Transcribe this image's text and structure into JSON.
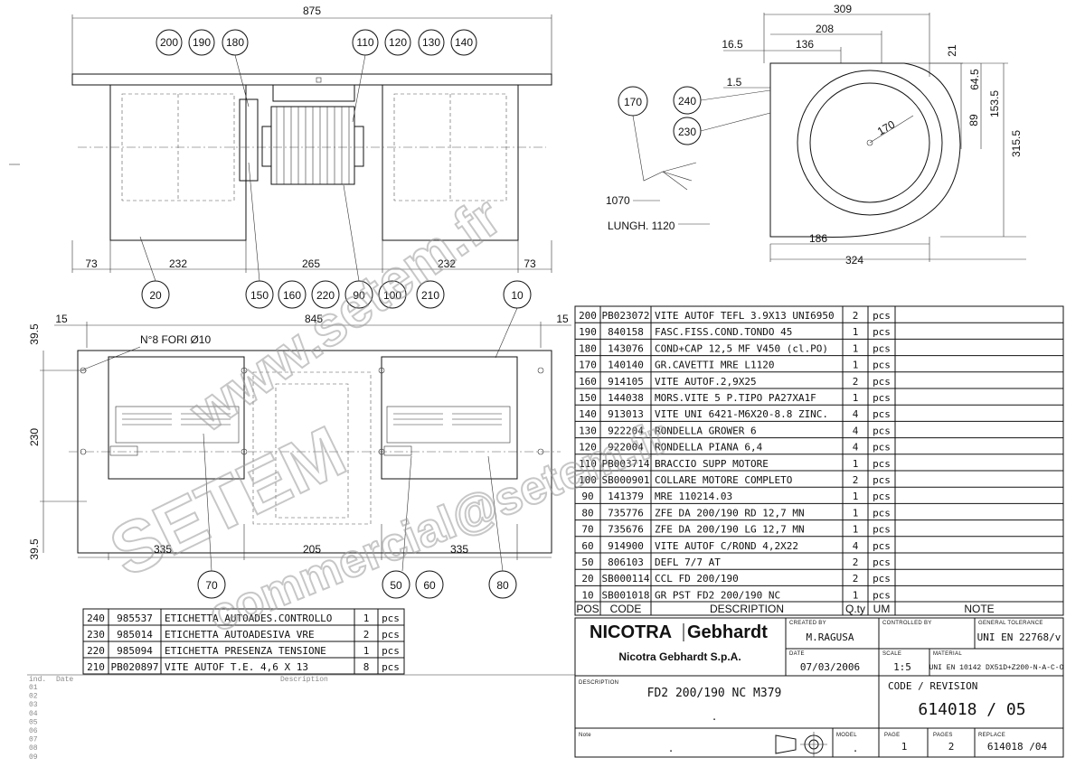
{
  "front_view": {
    "total_width": "875",
    "segments": [
      "73",
      "232",
      "265",
      "232",
      "73"
    ],
    "balloons_top_left": [
      "200",
      "190",
      "180"
    ],
    "balloons_top_right": [
      "110",
      "120",
      "130",
      "140"
    ],
    "balloons_bottom": [
      "20",
      "150",
      "160",
      "220",
      "90",
      "100",
      "210",
      "10"
    ]
  },
  "side_view": {
    "dims": [
      "309",
      "208",
      "136",
      "16.5",
      "1.5",
      "21",
      "64.5",
      "153.5",
      "89",
      "315.5",
      "186",
      "324"
    ],
    "radius_label": "170",
    "cable_len": "1070",
    "cable_label": "LUNGH. 1120",
    "balloons": [
      "170",
      "240",
      "230"
    ]
  },
  "top_view": {
    "total_width": "845",
    "edge_left": "15",
    "edge_right": "15",
    "holes_label": "N°8 FORI Ø10",
    "height": "230",
    "offset_top": "39.5",
    "offset_bottom": "39.5",
    "bottom_segments": [
      "335",
      "205",
      "335"
    ],
    "balloons": [
      "70",
      "50",
      "60",
      "80"
    ]
  },
  "bom_main": {
    "rows": [
      {
        "pos": "200",
        "code": "PB023072",
        "desc": "VITE AUTOF TEFL 3.9X13 UNI6950",
        "qty": "2",
        "um": "pcs"
      },
      {
        "pos": "190",
        "code": "840158",
        "desc": "FASC.FISS.COND.TONDO  45",
        "qty": "1",
        "um": "pcs"
      },
      {
        "pos": "180",
        "code": "143076",
        "desc": "COND+CAP 12,5 MF V450 (cl.PO)",
        "qty": "1",
        "um": "pcs"
      },
      {
        "pos": "170",
        "code": "140140",
        "desc": "GR.CAVETTI MRE L1120",
        "qty": "1",
        "um": "pcs"
      },
      {
        "pos": "160",
        "code": "914105",
        "desc": "VITE AUTOF.2,9X25",
        "qty": "2",
        "um": "pcs"
      },
      {
        "pos": "150",
        "code": "144038",
        "desc": "MORS.VITE 5 P.TIPO PA27XA1F",
        "qty": "1",
        "um": "pcs"
      },
      {
        "pos": "140",
        "code": "913013",
        "desc": "VITE UNI 6421-M6X20-8.8 ZINC.",
        "qty": "4",
        "um": "pcs"
      },
      {
        "pos": "130",
        "code": "922204",
        "desc": "RONDELLA GROWER  6",
        "qty": "4",
        "um": "pcs"
      },
      {
        "pos": "120",
        "code": "922004",
        "desc": "RONDELLA PIANA  6,4",
        "qty": "4",
        "um": "pcs"
      },
      {
        "pos": "110",
        "code": "PB003714",
        "desc": "BRACCIO SUPP MOTORE",
        "qty": "1",
        "um": "pcs"
      },
      {
        "pos": "100",
        "code": "SB000901",
        "desc": "COLLARE MOTORE COMPLETO",
        "qty": "2",
        "um": "pcs"
      },
      {
        "pos": "90",
        "code": "141379",
        "desc": "MRE 110214.03",
        "qty": "1",
        "um": "pcs"
      },
      {
        "pos": "80",
        "code": "735776",
        "desc": "ZFE DA 200/190 RD 12,7 MN",
        "qty": "1",
        "um": "pcs"
      },
      {
        "pos": "70",
        "code": "735676",
        "desc": "ZFE DA 200/190 LG  12,7 MN",
        "qty": "1",
        "um": "pcs"
      },
      {
        "pos": "60",
        "code": "914900",
        "desc": "VITE AUTOF C/ROND  4,2X22",
        "qty": "4",
        "um": "pcs"
      },
      {
        "pos": "50",
        "code": "806103",
        "desc": "DEFL 7/7 AT",
        "qty": "2",
        "um": "pcs"
      },
      {
        "pos": "20",
        "code": "SB000114",
        "desc": "CCL FD 200/190",
        "qty": "2",
        "um": "pcs"
      },
      {
        "pos": "10",
        "code": "SB001018",
        "desc": "GR PST FD2 200/190 NC",
        "qty": "1",
        "um": "pcs"
      }
    ],
    "headers": {
      "pos": "POS",
      "code": "CODE",
      "desc": "DESCRIPTION",
      "qty": "Q.ty",
      "um": "UM",
      "note": "NOTE"
    }
  },
  "bom_extra": {
    "rows": [
      {
        "pos": "240",
        "code": "985537",
        "desc": "ETICHETTA AUTOADES.CONTROLLO",
        "qty": "1",
        "um": "pcs"
      },
      {
        "pos": "230",
        "code": "985014",
        "desc": "ETICHETTA AUTOADESIVA VRE",
        "qty": "2",
        "um": "pcs"
      },
      {
        "pos": "220",
        "code": "985094",
        "desc": "ETICHETTA PRESENZA TENSIONE",
        "qty": "1",
        "um": "pcs"
      },
      {
        "pos": "210",
        "code": "PB020897",
        "desc": "VITE AUTOF T.E. 4,6 X 13",
        "qty": "8",
        "um": "pcs"
      }
    ]
  },
  "revisions": {
    "header": {
      "n": "ind.",
      "date": "Date",
      "desc": "Description"
    },
    "rows": [
      "01",
      "02",
      "03",
      "04",
      "05",
      "06",
      "07",
      "08",
      "09"
    ]
  },
  "title_block": {
    "logo_left": "NICOTRA",
    "logo_right": "Gebhardt",
    "company": "Nicotra Gebhardt S.p.A.",
    "created_by_label": "CREATED BY",
    "created_by": "M.RAGUSA",
    "controlled_by_label": "CONTROLLED BY",
    "general_tolerance_label": "GENERAL TOLERANCE",
    "general_tolerance": "UNI EN 22768/v",
    "date_label": "DATE",
    "date": "07/03/2006",
    "scale_label": "SCALE",
    "scale": "1:5",
    "material_label": "MATERIAL",
    "material": "UNI EN 10142 DX51D+Z200-N-A-C-O",
    "description_label": "DESCRIPTION",
    "description": "FD2 200/190 NC M379",
    "description_line2": ".",
    "code_revision_label": "CODE / REVISION",
    "code_revision": "614018 / 05",
    "note_label": "Note",
    "note_value": ".",
    "model_label": "MODEL",
    "model_value": ".",
    "page_label": "PAGE",
    "page": "1",
    "pages_label": "PAGES",
    "pages": "2",
    "replace_label": "REPLACE",
    "replace": "614018 /04"
  },
  "watermark": {
    "line1": "www.setem.fr",
    "line2": "SETEM",
    "line3": "commercial@setem.fr"
  }
}
